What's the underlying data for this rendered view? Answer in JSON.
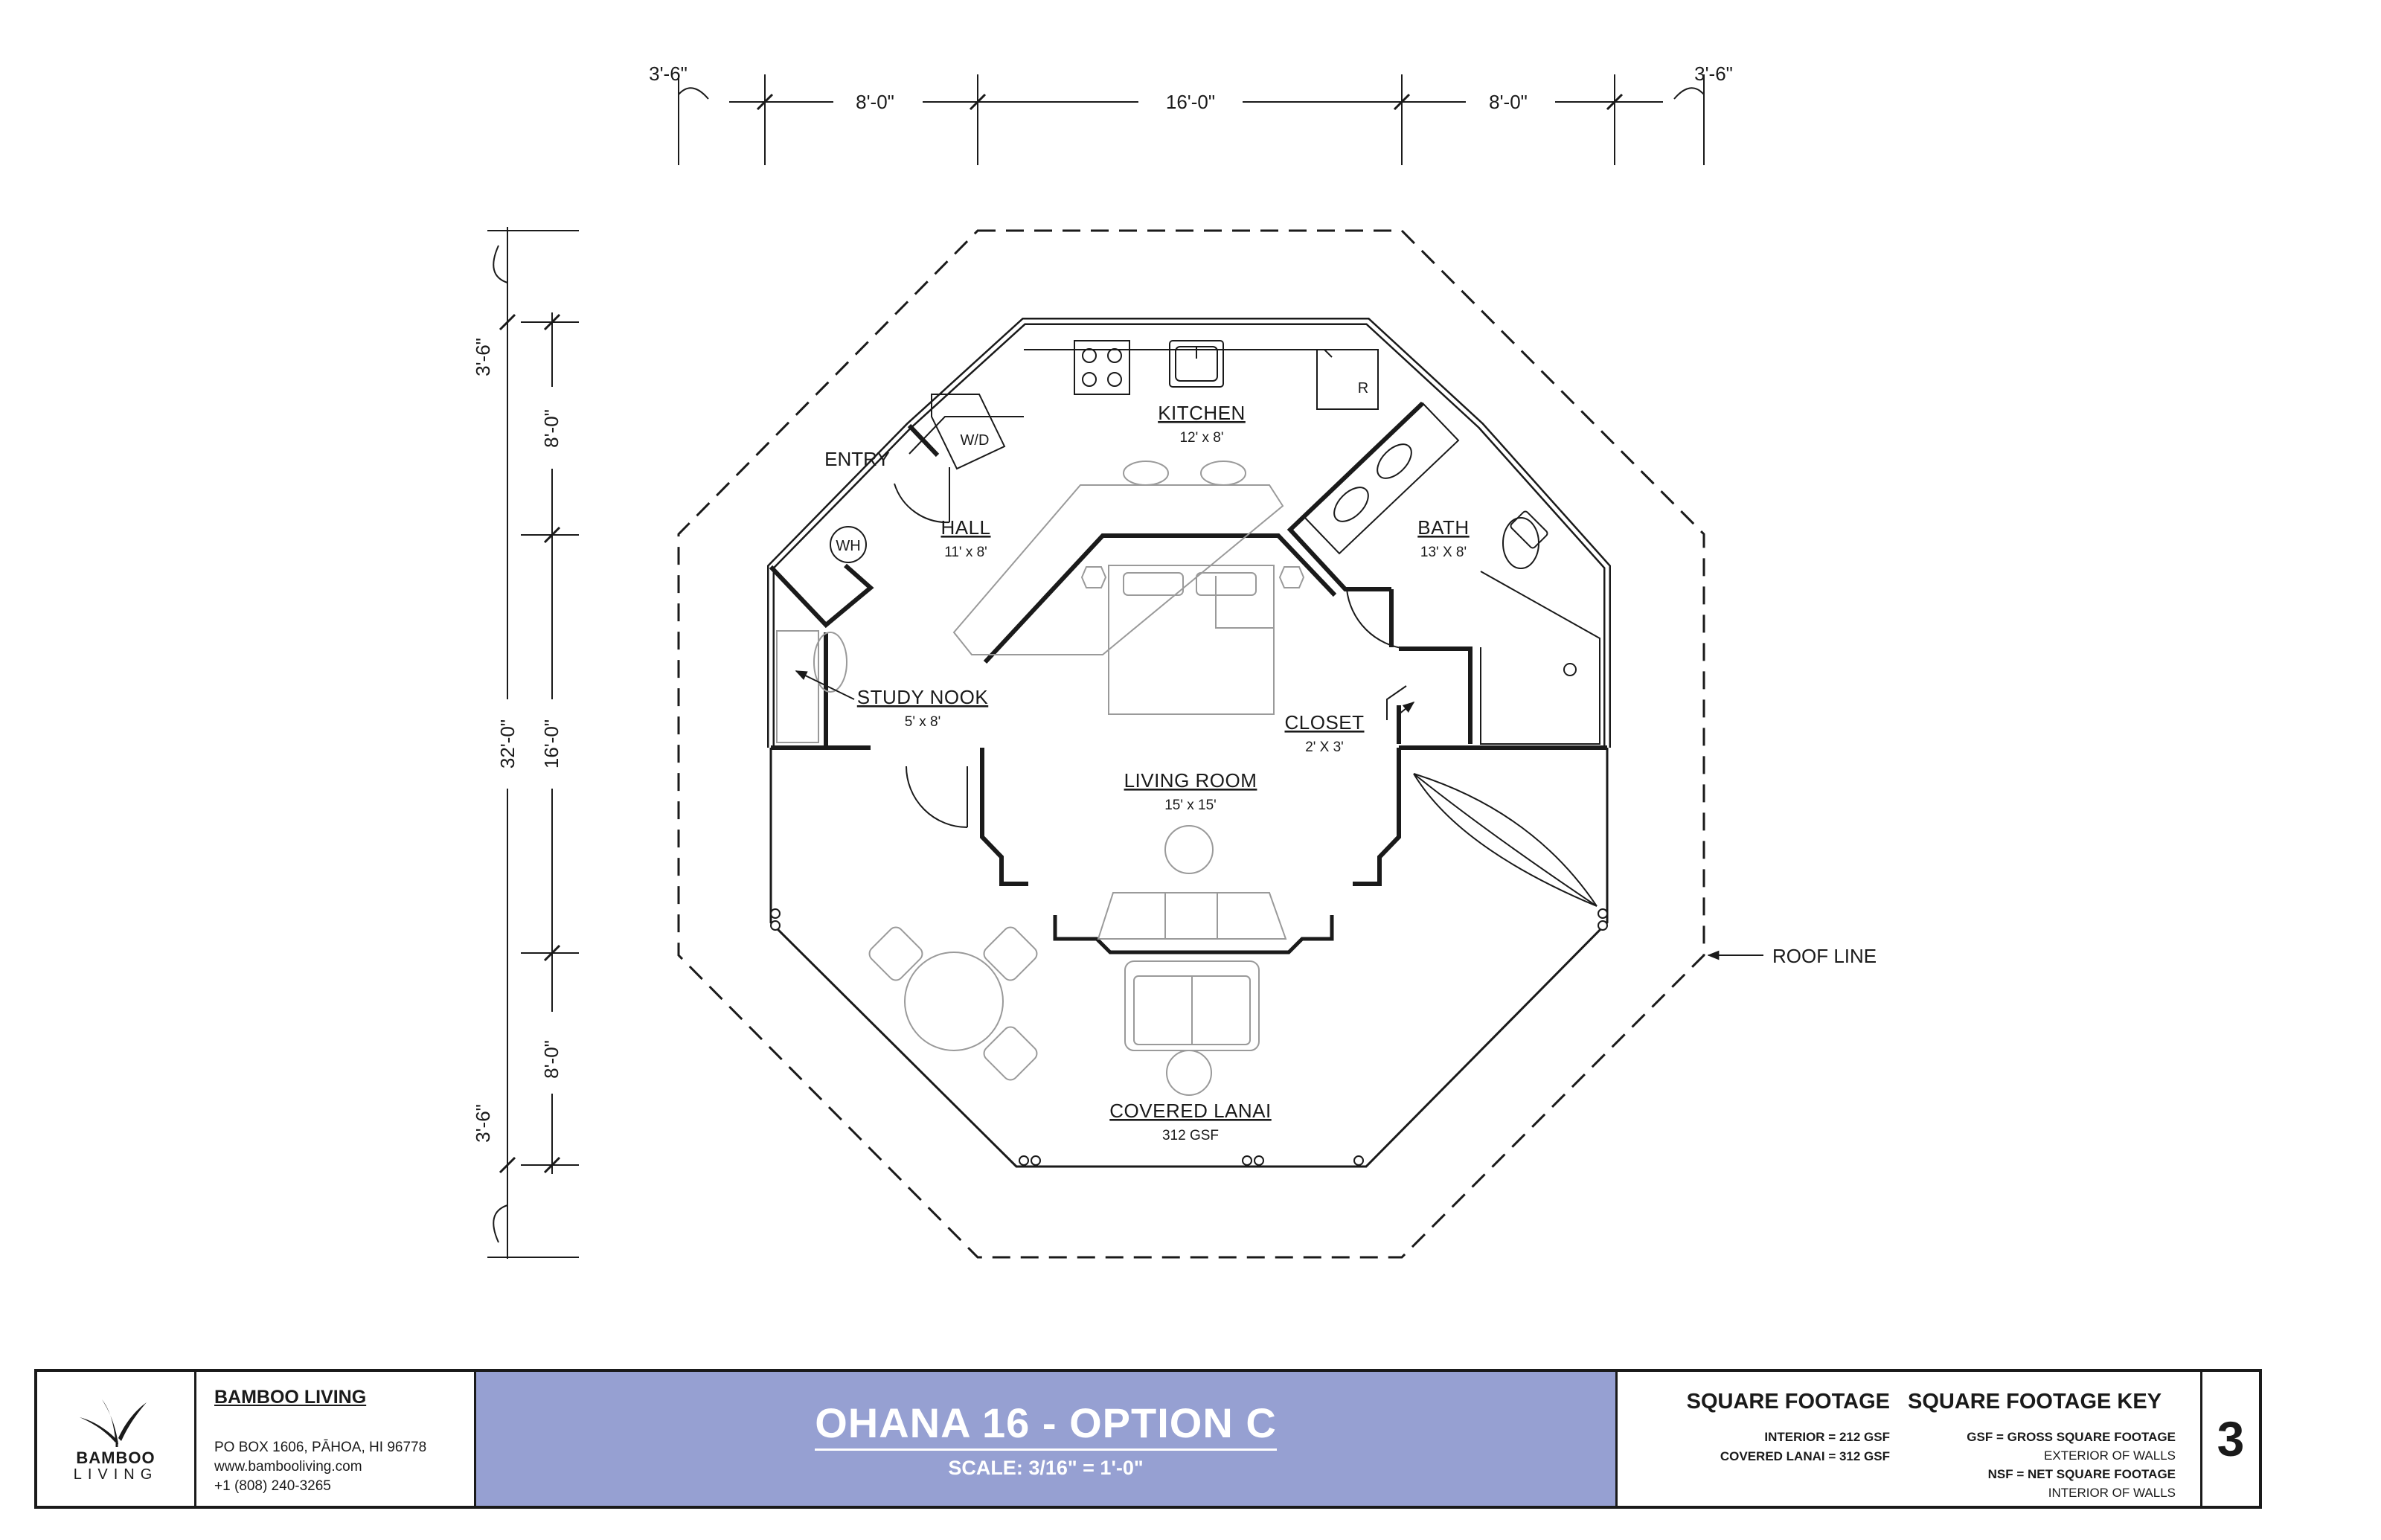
{
  "plan": {
    "dimensions_top": [
      "3'-6\"",
      "8'-0\"",
      "16'-0\"",
      "8'-0\"",
      "3'-6\""
    ],
    "dimensions_left": [
      "3'-6\"",
      "8'-0\"",
      "32'-0\"",
      "16'-0\"",
      "8'-0\"",
      "3'-6\""
    ],
    "rooms": {
      "kitchen": {
        "name": "KITCHEN",
        "size": "12' x 8'"
      },
      "hall": {
        "name": "HALL",
        "size": "11' x 8'"
      },
      "bath": {
        "name": "BATH",
        "size": "13' X 8'"
      },
      "study": {
        "name": "STUDY NOOK",
        "size": "5' x 8'"
      },
      "closet": {
        "name": "CLOSET",
        "size": "2' X 3'"
      },
      "living": {
        "name": "LIVING ROOM",
        "size": "15' x 15'"
      },
      "lanai": {
        "name": "COVERED LANAI",
        "size": "312 GSF"
      }
    },
    "labels": {
      "entry": "ENTRY",
      "roof_line": "ROOF LINE"
    },
    "fixtures": {
      "washer_dryer": "W/D",
      "refrigerator": "R",
      "water_heater": "WH"
    }
  },
  "company": {
    "logo_word": "BAMBOO",
    "logo_sub": "LIVING",
    "name": "BAMBOO LIVING",
    "address": "PO BOX 1606, PĀHOA, HI 96778",
    "website": "www.bambooliving.com",
    "phone": "+1 (808) 240-3265"
  },
  "title": {
    "name": "OHANA 16 - OPTION C",
    "scale": "SCALE: 3/16\" = 1'-0\""
  },
  "sqft": {
    "heading": "SQUARE FOOTAGE",
    "interior": "INTERIOR = 212 GSF",
    "lanai": "COVERED LANAI = 312 GSF",
    "key_heading": "SQUARE FOOTAGE KEY",
    "gsf": "GSF = GROSS SQUARE FOOTAGE",
    "gsf_desc": "EXTERIOR OF WALLS",
    "nsf": "NSF = NET SQUARE FOOTAGE",
    "nsf_desc": "INTERIOR OF WALLS"
  },
  "sheet_number": "3",
  "colors": {
    "title_band": "#96a0d2",
    "line": "#1a1a1a",
    "furniture": "#9a9a9a"
  }
}
